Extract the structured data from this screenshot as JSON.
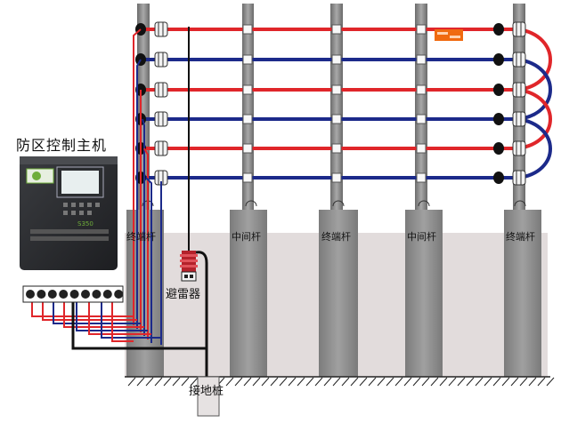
{
  "labels": {
    "controller_title": "防区控制主机",
    "controller_model": "S350",
    "lightning_arrester": "避雷器",
    "ground_post": "接地桩"
  },
  "posts": [
    {
      "label": "终端杆"
    },
    {
      "label": "中间杆"
    },
    {
      "label": "终端杆"
    },
    {
      "label": "中间杆"
    },
    {
      "label": "终端杆"
    }
  ],
  "colors": {
    "wire_red": "#e0262a",
    "wire_blue": "#1c2a8a",
    "post_gray": "#8e8e8e",
    "ground_zone": "#e2dcdc",
    "controller_body": "#2d2f33",
    "controller_accent": "#6fae3a",
    "warning_sign": "#f06a10"
  },
  "icons": {
    "controller": "controller-unit-icon",
    "lightning_arrester": "lightning-arrester-icon",
    "insulator": "insulator-icon",
    "warning_sign": "warning-sign-icon"
  }
}
